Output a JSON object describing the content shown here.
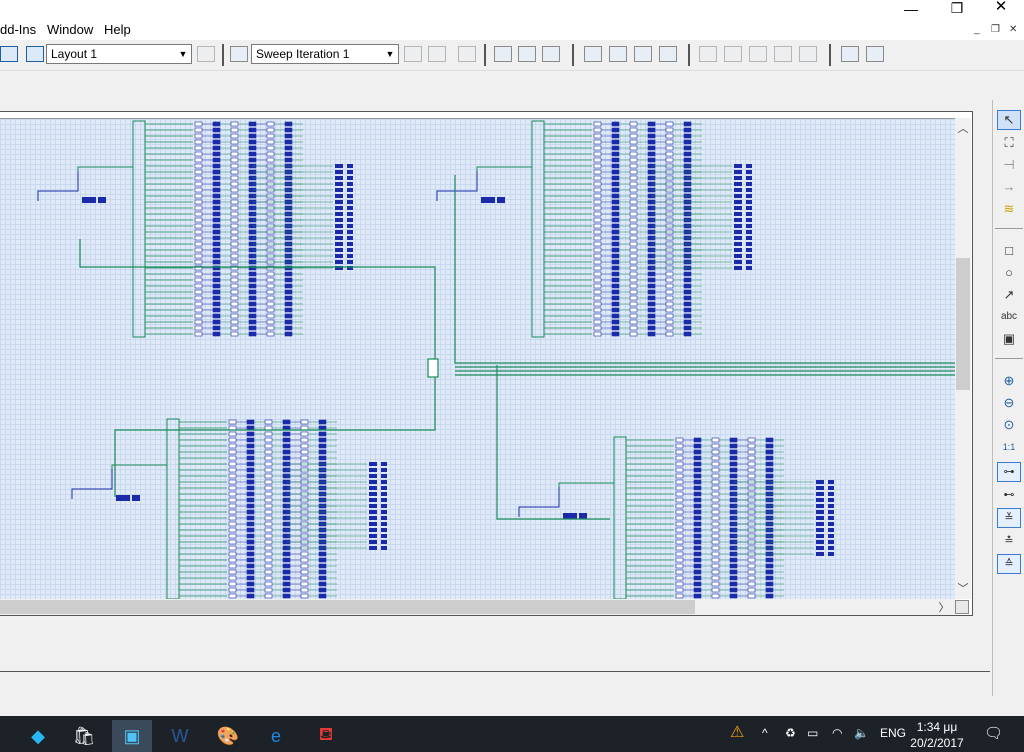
{
  "menu": {
    "items": [
      "dd-Ins",
      "Window",
      "Help"
    ]
  },
  "window_controls": {
    "minimize": "—",
    "restore": "❐",
    "close": "✕"
  },
  "toolbar": {
    "layout_combo": "Layout 1",
    "sweep_combo": "Sweep Iteration 1"
  },
  "taskbar": {
    "language": "ENG",
    "time": "1:34 μμ",
    "date": "20/2/2017",
    "icons": [
      "kodi-icon",
      "store-icon",
      "app-icon",
      "word-icon",
      "paint-icon",
      "edge-icon",
      "pdf-icon"
    ]
  },
  "colors": {
    "canvas_bg": "#dfe9f7",
    "wire_green": "#1a8c5a",
    "wire_blue": "#1a2aa8",
    "taskbar": "#1c2227"
  }
}
